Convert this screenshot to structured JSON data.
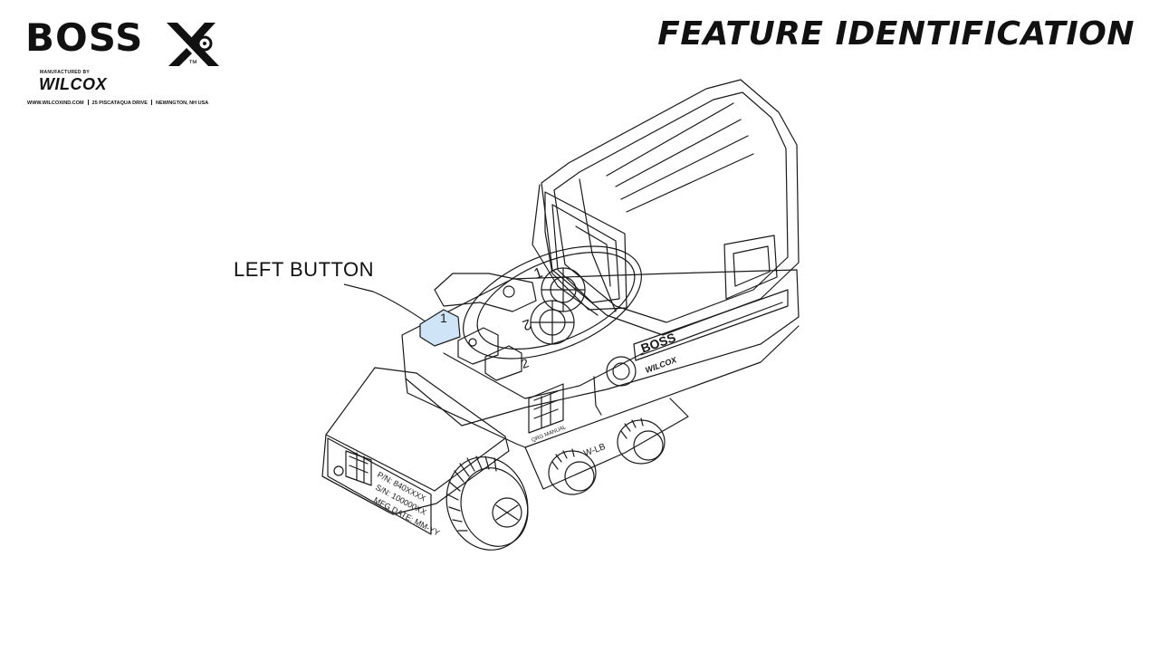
{
  "header": {
    "brand_name": "BOSS",
    "brand_mark_icon": "boss-xe-mark-icon",
    "trademark": "™",
    "manufactured_by": "MANUFACTURED BY",
    "manufacturer": "WILCOX",
    "address": [
      "WWW.WILCOXIND.COM",
      "25 PISCATAQUA DRIVE",
      "NEWINGTON, NH USA"
    ],
    "title": "FEATURE IDENTIFICATION"
  },
  "diagram": {
    "callout": "LEFT BUTTON",
    "device_marks": {
      "boss": "BOSS",
      "maker": "WILCOX",
      "dial_1": "1",
      "dial_2": "2",
      "button_1": "1",
      "button_2": "2",
      "qr_caption": "QRG MANUAL",
      "part_number": "P/N: 840XXXX",
      "serial_number": "S/N: 100000XX",
      "mfg_date": "MFG DATE: MM-YY",
      "mount_mark": "W-LB"
    },
    "highlight_color": "#cfe4f7",
    "line_color": "#1a1a1a"
  }
}
